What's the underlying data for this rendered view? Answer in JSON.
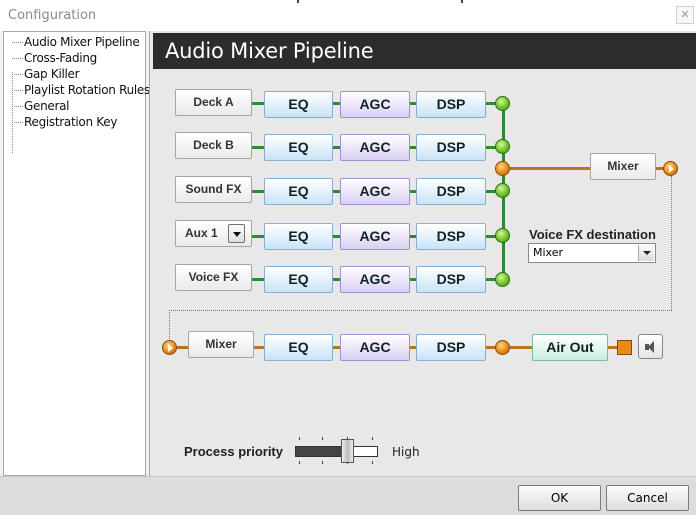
{
  "window": {
    "title": "Configuration",
    "close_glyph": "✕"
  },
  "sidebar": {
    "items": [
      {
        "label": "Audio Mixer Pipeline"
      },
      {
        "label": "Cross-Fading"
      },
      {
        "label": "Gap Killer"
      },
      {
        "label": "Playlist Rotation Rules"
      },
      {
        "label": "General"
      },
      {
        "label": "Registration Key"
      }
    ]
  },
  "panel": {
    "title": "Audio Mixer Pipeline"
  },
  "pipeline": {
    "sources": [
      "Deck A",
      "Deck B",
      "Sound FX",
      "Aux 1",
      "Voice FX"
    ],
    "eq_label": "EQ",
    "agc_label": "AGC",
    "dsp_label": "DSP",
    "mixer_label": "Mixer",
    "air_out_label": "Air Out"
  },
  "voice_fx": {
    "label": "Voice FX destination",
    "value": "Mixer"
  },
  "process_priority": {
    "label": "Process priority",
    "value": "High",
    "level_fraction": 0.64
  },
  "icons": {
    "speaker": "speaker-icon",
    "aux_dropdown": "chevron-down-icon",
    "connector": "connector-dot-icon"
  },
  "colors": {
    "eq_dsp": "#c9e3f6",
    "agc": "#d9cff2",
    "air_out": "#c8ecdf",
    "green_wire": "#2f8a2f",
    "orange_wire": "#b87420",
    "header": "#2c2c2c"
  },
  "footer": {
    "ok": "OK",
    "cancel": "Cancel"
  }
}
